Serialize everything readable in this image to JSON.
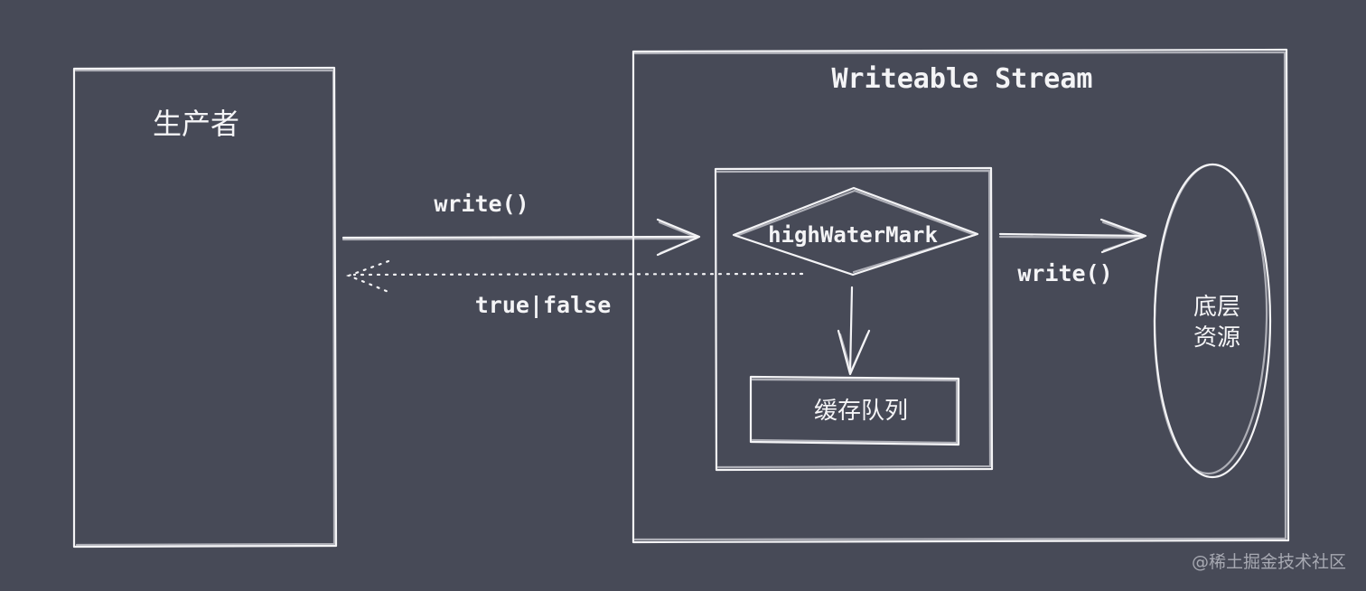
{
  "producer": {
    "label": "生产者"
  },
  "stream": {
    "title": "Writeable Stream"
  },
  "arrows": {
    "write_in": "write()",
    "return_value": "true|false",
    "write_out": "write()"
  },
  "decision": {
    "label": "highWaterMark"
  },
  "buffer": {
    "label": "缓存队列"
  },
  "resource": {
    "line1": "底层",
    "line2": "资源"
  },
  "watermark": {
    "text": "@稀土掘金技术社区"
  }
}
